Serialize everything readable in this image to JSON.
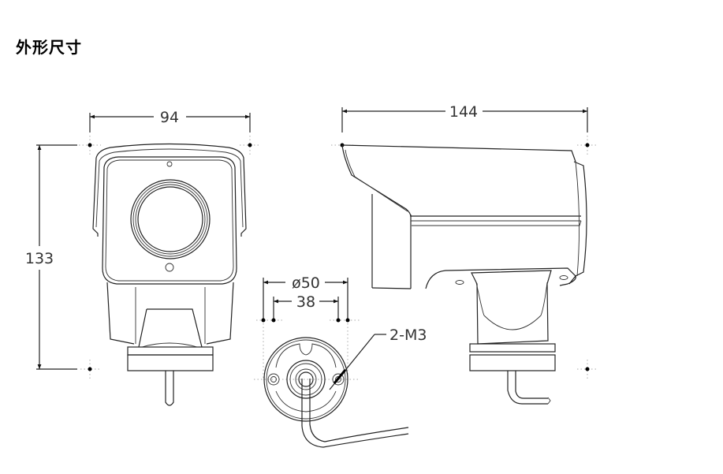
{
  "title": "外形尺寸",
  "dimensions": {
    "front_width": "94",
    "front_height": "133",
    "side_length": "144",
    "base_diameter": "ø50",
    "base_hole_spacing": "38",
    "screw_spec": "2-M3"
  },
  "views": [
    "front-view",
    "side-view",
    "base-bottom-view"
  ],
  "colors": {
    "line": "#222222",
    "text": "#333333",
    "background": "#ffffff"
  }
}
